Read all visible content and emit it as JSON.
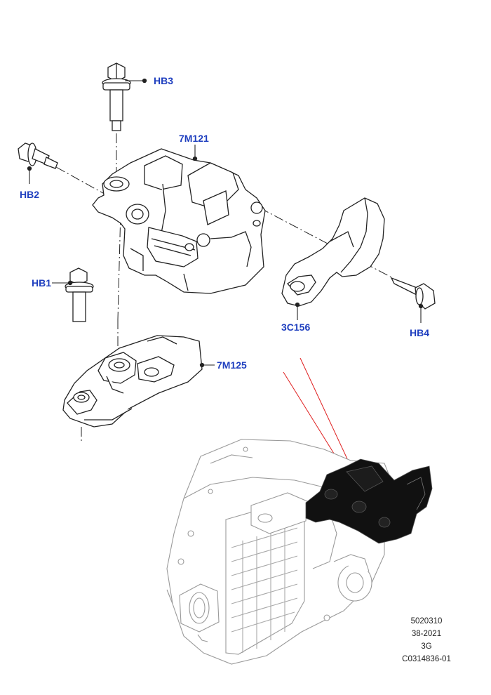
{
  "callouts": {
    "hb3": "HB3",
    "hb2": "HB2",
    "hb1": "HB1",
    "hb4": "HB4",
    "c7m121": "7M121",
    "c7m125": "7M125",
    "c3c156": "3C156"
  },
  "meta": {
    "line1": "5020310",
    "line2": "38-2021",
    "line3": "3G",
    "line4": "C0314836-01"
  },
  "colors": {
    "callout_text": "#1f3fbf",
    "line_art": "#222222",
    "leader_red": "#e02020",
    "highlight": "#111111",
    "background_art": "#9a9a9a"
  }
}
